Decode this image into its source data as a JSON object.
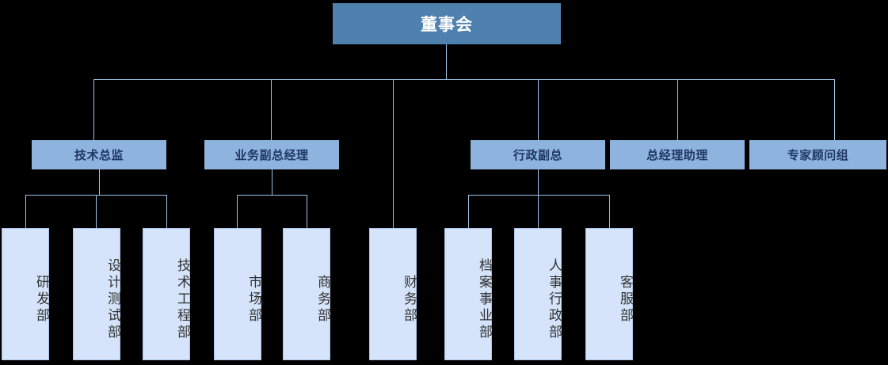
{
  "chart_data": {
    "type": "diagram",
    "title": "",
    "diagram_kind": "organizational-chart",
    "orientation": "top-down",
    "levels": 3,
    "colors": {
      "level1_fill": "#4E81AE",
      "level1_text": "#FFFFFF",
      "level2_fill": "#8DB3DE",
      "level2_text": "#1F3864",
      "level3_fill": "#D5E4FA",
      "level3_text": "#333333",
      "connector": "#9CC3E5",
      "background": "#000000"
    },
    "nodes": [
      {
        "id": "n0",
        "label": "董事会",
        "level": 1,
        "parent": null
      },
      {
        "id": "n1",
        "label": "技术总监",
        "level": 2,
        "parent": "n0"
      },
      {
        "id": "n2",
        "label": "业务副总经理",
        "level": 2,
        "parent": "n0"
      },
      {
        "id": "n3",
        "label": "行政副总",
        "level": 2,
        "parent": "n0"
      },
      {
        "id": "n4",
        "label": "总经理助理",
        "level": 2,
        "parent": "n0"
      },
      {
        "id": "n5",
        "label": "专家顾问组",
        "level": 2,
        "parent": "n0"
      },
      {
        "id": "n6",
        "label": "研发部",
        "level": 3,
        "parent": "n1"
      },
      {
        "id": "n7",
        "label": "设计测试部",
        "level": 3,
        "parent": "n1"
      },
      {
        "id": "n8",
        "label": "技术工程部",
        "level": 3,
        "parent": "n1"
      },
      {
        "id": "n9",
        "label": "市场部",
        "level": 3,
        "parent": "n2"
      },
      {
        "id": "n10",
        "label": "商务部",
        "level": 3,
        "parent": "n2"
      },
      {
        "id": "n11",
        "label": "财务部",
        "level": 3,
        "parent": "n0"
      },
      {
        "id": "n12",
        "label": "档案事业部",
        "level": 3,
        "parent": "n3"
      },
      {
        "id": "n13",
        "label": "人事行政部",
        "level": 3,
        "parent": "n3"
      },
      {
        "id": "n14",
        "label": "客服部",
        "level": 3,
        "parent": "n3"
      }
    ]
  },
  "org": {
    "root": {
      "label": "董事会"
    },
    "level2": [
      {
        "label": "技术总监"
      },
      {
        "label": "业务副总经理"
      },
      {
        "label": "行政副总"
      },
      {
        "label": "总经理助理"
      },
      {
        "label": "专家顾问组"
      }
    ],
    "tech_children": [
      {
        "label": "研发部"
      },
      {
        "label": "设计测试部"
      },
      {
        "label": "技术工程部"
      }
    ],
    "business_children": [
      {
        "label": "市场部"
      },
      {
        "label": "商务部"
      }
    ],
    "finance": {
      "label": "财务部"
    },
    "admin_children": [
      {
        "label": "档案事业部"
      },
      {
        "label": "人事行政部"
      },
      {
        "label": "客服部"
      }
    ]
  }
}
